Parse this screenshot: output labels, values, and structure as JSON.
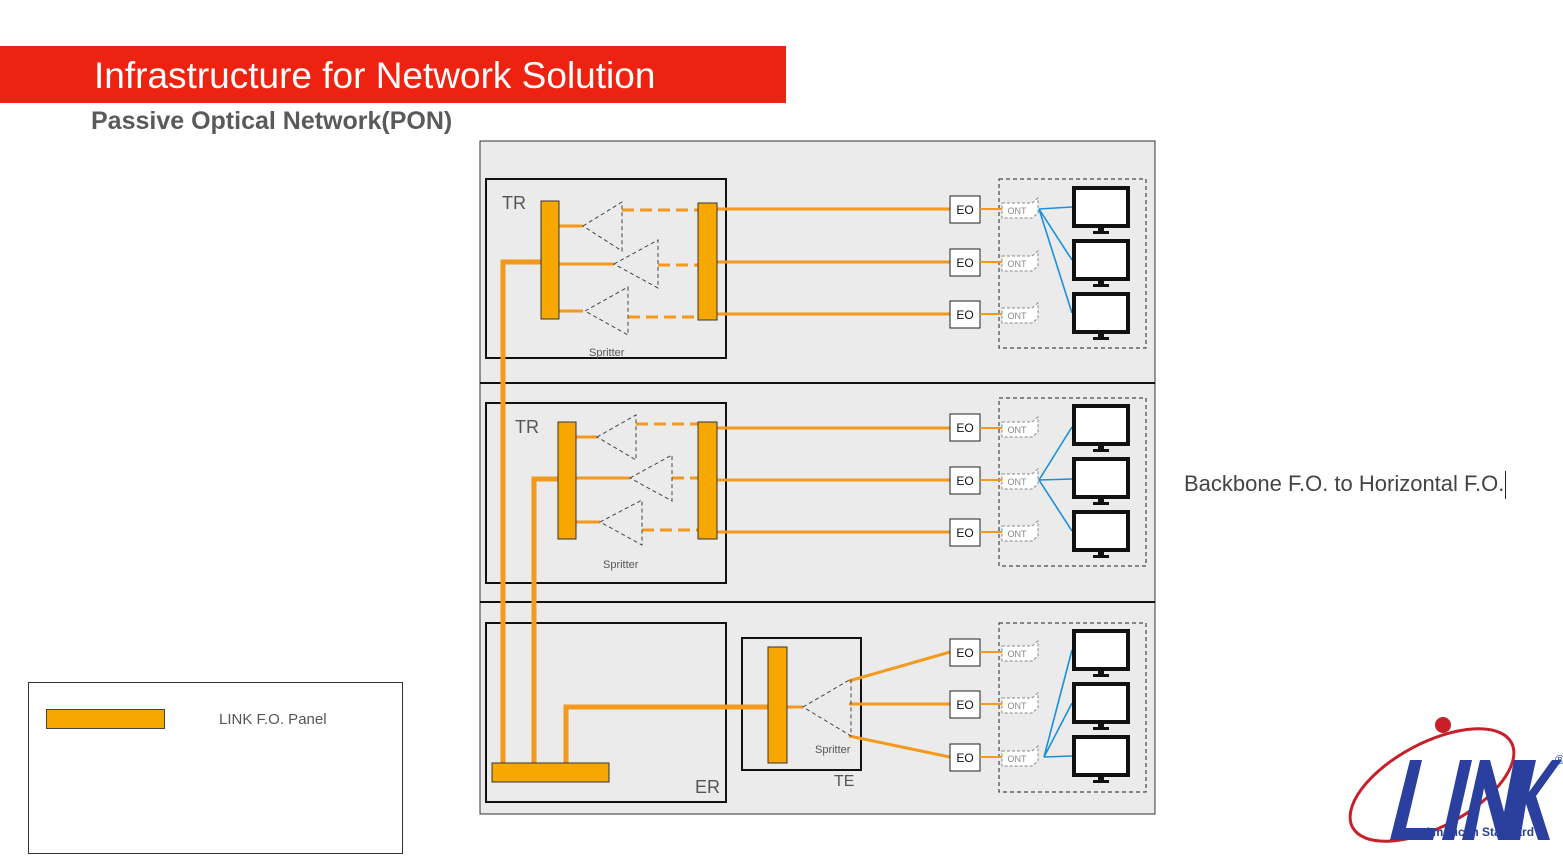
{
  "header": {
    "title": "Infrastructure for Network Solution",
    "subtitle": "Passive Optical Network(PON)"
  },
  "side_note": "Backbone F.O. to Horizontal F.O.",
  "legend": {
    "label": "LINK F.O. Panel"
  },
  "diagram": {
    "floors": [
      {
        "room_label": "TR",
        "splitter_label": "Spritter",
        "outlets": [
          "EO",
          "EO",
          "EO"
        ],
        "onts": [
          "ONT",
          "ONT",
          "ONT"
        ]
      },
      {
        "room_label": "TR",
        "splitter_label": "Spritter",
        "outlets": [
          "EO",
          "EO",
          "EO"
        ],
        "onts": [
          "ONT",
          "ONT",
          "ONT"
        ]
      },
      {
        "room_label": "ER",
        "te_label": "TE",
        "splitter_label": "Spritter",
        "outlets": [
          "EO",
          "EO",
          "EO"
        ],
        "onts": [
          "ONT",
          "ONT",
          "ONT"
        ]
      }
    ]
  },
  "logo": {
    "brand": "LINK",
    "tagline": "American Standard",
    "mark": "®"
  },
  "colors": {
    "accent_red": "#ee2211",
    "fiber_orange": "#f7a800",
    "fiber_line": "#f39a1e",
    "copper_blue": "#1a8fdd",
    "floor_bg": "#ebebeb",
    "logo_blue": "#2a3f9e"
  }
}
